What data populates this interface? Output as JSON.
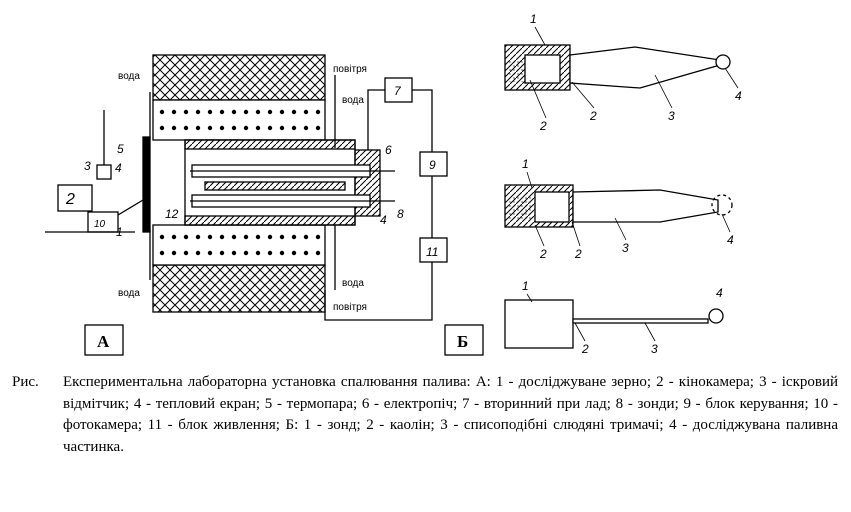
{
  "figure": {
    "panel_a": {
      "label": "А",
      "numbers": [
        "1",
        "2",
        "3",
        "4",
        "5",
        "6",
        "7",
        "8",
        "8",
        "9",
        "10",
        "11",
        "12",
        "4"
      ],
      "water_labels": [
        "вода",
        "вода",
        "вода",
        "вода"
      ],
      "air_labels": [
        "повітря",
        "повітря"
      ]
    },
    "panel_b": {
      "label": "Б",
      "numbers": [
        "1",
        "2",
        "2",
        "3",
        "4",
        "1",
        "2",
        "2",
        "3",
        "4",
        "1",
        "2",
        "3",
        "4"
      ]
    }
  },
  "caption": {
    "prefix": "Рис.",
    "text": "Експериментальна лабораторна установка спалювання палива: А:   1 - досліджуване зерно;  2 - кінокамера;  3 - іскровий відмітчик; 4 - тепловий екран; 5 - термопара;  6 - електропіч;  7 - вторинний при   лад;  8 - зонди;  9 - блок керування; 10 - фотокамера;  11 - блок живлення;  Б:  1 - зонд;  2 - каолін;  3 - списоподібні слюдяні тримачі;  4 - досліджувана паливна частинка."
  }
}
